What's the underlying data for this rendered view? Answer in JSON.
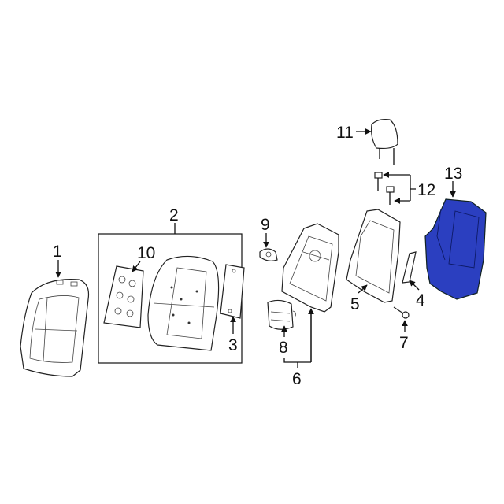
{
  "diagram": {
    "callouts": [
      {
        "id": "1",
        "part": "seat-back-cover"
      },
      {
        "id": "2",
        "part": "seat-back-pad-group"
      },
      {
        "id": "3",
        "part": "pad-insert"
      },
      {
        "id": "4",
        "part": "trim-strip"
      },
      {
        "id": "5",
        "part": "seat-back-frame"
      },
      {
        "id": "6",
        "part": "frame-assembly"
      },
      {
        "id": "7",
        "part": "bolt"
      },
      {
        "id": "8",
        "part": "lumbar-support"
      },
      {
        "id": "9",
        "part": "knob"
      },
      {
        "id": "10",
        "part": "heater-element"
      },
      {
        "id": "11",
        "part": "headrest"
      },
      {
        "id": "12",
        "part": "headrest-guides"
      },
      {
        "id": "13",
        "part": "back-panel"
      }
    ],
    "colors": {
      "highlight": "#2b3fc0",
      "line": "#222222"
    }
  }
}
